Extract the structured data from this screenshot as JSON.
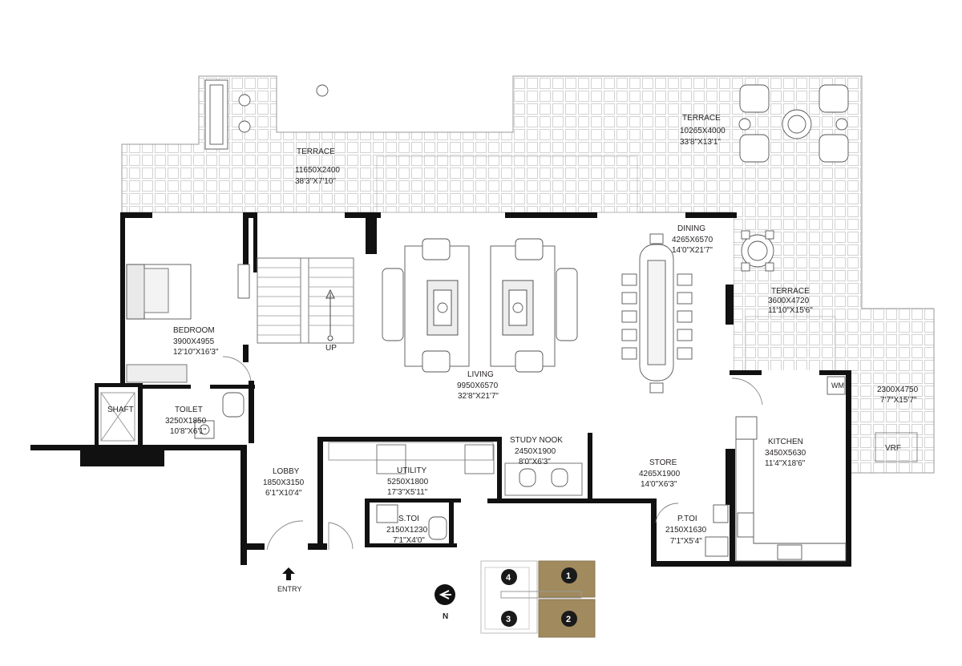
{
  "rooms": {
    "terrace_top": {
      "name": "TERRACE",
      "dim_mm": "11650X2400",
      "dim_ft": "38'3\"X7'10\""
    },
    "terrace_right": {
      "name": "TERRACE",
      "dim_mm": "10265X4000",
      "dim_ft": "33'8\"X13'1\""
    },
    "terrace_mid": {
      "name": "TERRACE",
      "dim_mm": "3600X4720",
      "dim_ft": "11'10\"X15'6\""
    },
    "terrace_small": {
      "dim_mm": "2300X4750",
      "dim_ft": "7'7\"X15'7\""
    },
    "bedroom": {
      "name": "BEDROOM",
      "dim_mm": "3900X4955",
      "dim_ft": "12'10\"X16'3\""
    },
    "living": {
      "name": "LIVING",
      "dim_mm": "9950X6570",
      "dim_ft": "32'8\"X21'7\""
    },
    "dining": {
      "name": "DINING",
      "dim_mm": "4265X6570",
      "dim_ft": "14'0\"X21'7\""
    },
    "toilet": {
      "name": "TOILET",
      "dim_mm": "3250X1850",
      "dim_ft": "10'8\"X6'1\""
    },
    "lobby": {
      "name": "LOBBY",
      "dim_mm": "1850X3150",
      "dim_ft": "6'1\"X10'4\""
    },
    "utility": {
      "name": "UTILITY",
      "dim_mm": "5250X1800",
      "dim_ft": "17'3\"X5'11\""
    },
    "study": {
      "name": "STUDY NOOK",
      "dim_mm": "2450X1900",
      "dim_ft": "8'0\"X6'3\""
    },
    "store": {
      "name": "STORE",
      "dim_mm": "4265X1900",
      "dim_ft": "14'0\"X6'3\""
    },
    "stoi": {
      "name": "S.TOI",
      "dim_mm": "2150X1230",
      "dim_ft": "7'1\"X4'0\""
    },
    "ptoi": {
      "name": "P.TOI",
      "dim_mm": "2150X1630",
      "dim_ft": "7'1\"X5'4\""
    },
    "kitchen": {
      "name": "KITCHEN",
      "dim_mm": "3450X5630",
      "dim_ft": "11'4\"X18'6\""
    }
  },
  "labels": {
    "shaft": "SHAFT",
    "up": "UP",
    "entry": "ENTRY",
    "wm": "WM",
    "vrf": "VRF",
    "north": "N"
  },
  "key_plan": {
    "units": [
      "1",
      "2",
      "3",
      "4"
    ],
    "highlight_color": "#a08a5e"
  },
  "colors": {
    "wall": "#111111",
    "tile_line": "#c8c8c8",
    "key_highlight": "#a08a5e"
  },
  "icons": [
    "entry-arrow-icon",
    "north-arrow-icon",
    "stair-up-icon"
  ]
}
